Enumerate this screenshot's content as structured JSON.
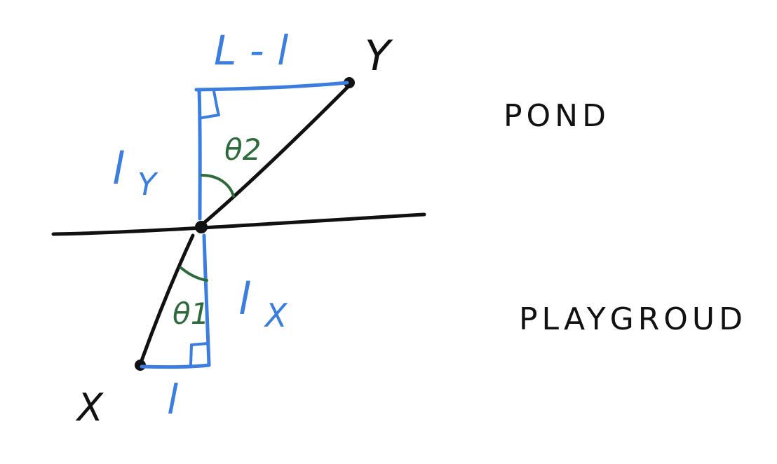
{
  "labels": {
    "point_y": "Y",
    "point_x": "X",
    "top_segment": "L - l",
    "bottom_segment": "l",
    "left_vertical": "l",
    "left_vertical_sub": "Y",
    "right_vertical": "l",
    "right_vertical_sub": "X",
    "angle_top": "θ2",
    "angle_bottom": "θ1",
    "region_top": "POND",
    "region_bottom": "PLAYGROUD"
  },
  "colors": {
    "black_ink": "#111111",
    "blue_ink": "#3b7ee0",
    "green_ink": "#2e6b3a",
    "background": "#ffffff"
  }
}
